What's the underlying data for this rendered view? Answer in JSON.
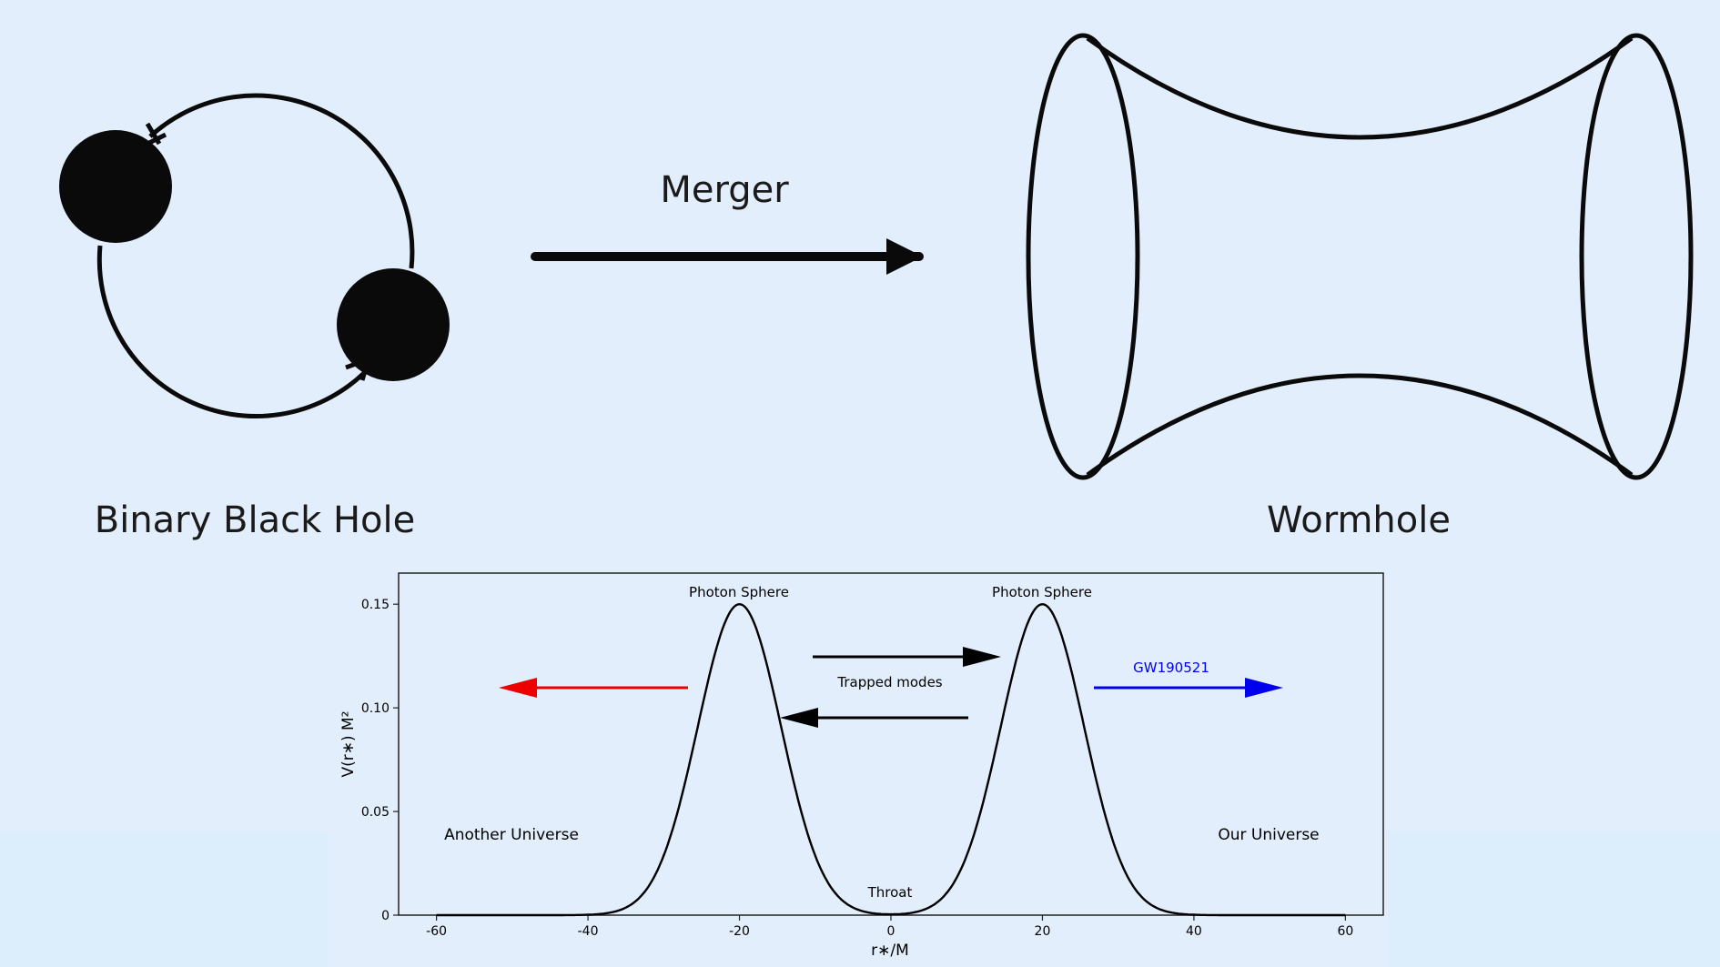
{
  "top": {
    "binary_label": "Binary Black Hole",
    "merger_label": "Merger",
    "wormhole_label": "Wormhole"
  },
  "chart_data": {
    "type": "line",
    "xlabel": "r∗/M",
    "ylabel": "V(r∗) M²",
    "xlim": [
      -65,
      65
    ],
    "ylim": [
      0,
      0.165
    ],
    "xticks": [
      -60,
      -40,
      -20,
      0,
      20,
      40,
      60
    ],
    "xtick_labels": [
      "-60",
      "-40",
      "-20",
      "0",
      "20",
      "40",
      "60"
    ],
    "yticks": [
      0,
      0.05,
      0.1,
      0.15
    ],
    "ytick_labels": [
      "0",
      "0.05",
      "0.10",
      "0.15"
    ],
    "grid": false,
    "series": [
      {
        "color": "#000000",
        "peaks": [
          -20,
          20
        ],
        "peak_value": 0.15,
        "width": 5.5
      }
    ],
    "annotations": {
      "photon_left": "Photon Sphere",
      "photon_right": "Photon Sphere",
      "trapped": "Trapped modes",
      "gw": "GW190521",
      "another": "Another Universe",
      "ours": "Our Universe",
      "throat": "Throat"
    },
    "arrow_colors": {
      "left": "#ee0000",
      "right": "#0000ee",
      "middle": "#000000"
    }
  }
}
